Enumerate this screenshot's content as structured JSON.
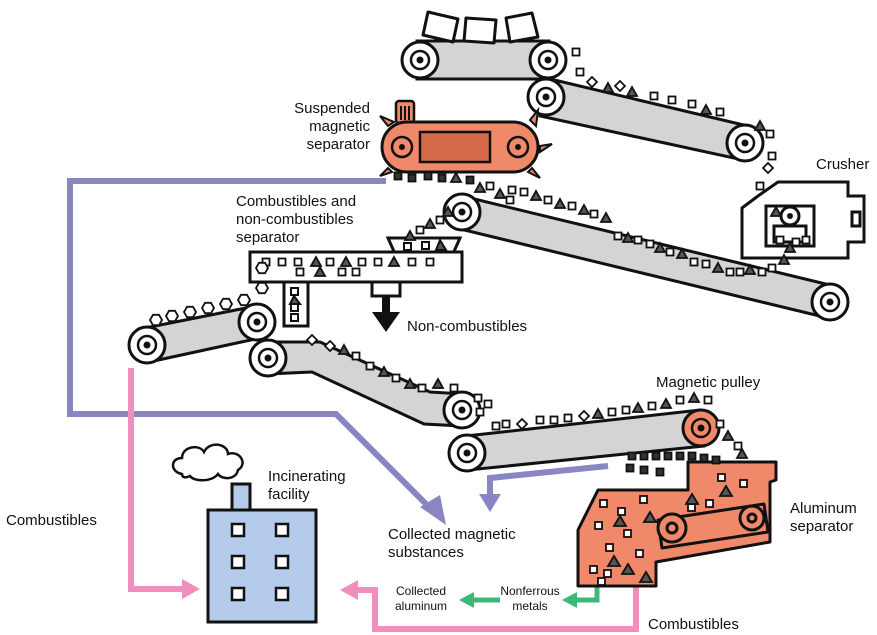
{
  "labels": {
    "suspended_magnetic_separator": [
      "Suspended",
      "magnetic",
      "separator"
    ],
    "crusher": "Crusher",
    "comb_noncomb_separator": [
      "Combustibles and",
      "non-combustibles",
      "separator"
    ],
    "non_combustibles": "Non-combustibles",
    "magnetic_pulley": "Magnetic pulley",
    "incinerating_facility": [
      "Incinerating",
      "facility"
    ],
    "combustibles_left": "Combustibles",
    "collected_magnetic_substances": [
      "Collected magnetic",
      "substances"
    ],
    "aluminum_separator": [
      "Aluminum",
      "separator"
    ],
    "collected_aluminum": [
      "Collected",
      "aluminum"
    ],
    "nonferrous_metals": [
      "Nonferrous",
      "metals"
    ],
    "combustibles_bottom": "Combustibles"
  },
  "colors": {
    "magnetic_path": "#8a86c4",
    "combustibles_path": "#f08fbd",
    "nonferrous_path": "#3cb878",
    "separator_fill": "#f0896a",
    "building_fill": "#b4cbec",
    "belt_fill": "#d4d4d4",
    "outline": "#111111"
  },
  "icons": [
    "conveyor-belt-icon",
    "magnet-icon",
    "factory-icon",
    "smoke-cloud-icon",
    "arrow-icon"
  ]
}
